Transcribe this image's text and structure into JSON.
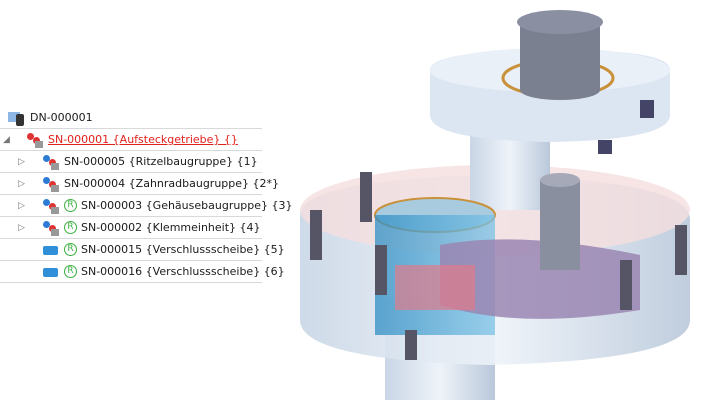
{
  "tree": {
    "root": {
      "label": "DN-000001",
      "icon": "document-folder-icon"
    },
    "items": [
      {
        "label": "SN-000001 {Aufsteckgetriebe} {}",
        "level": 1,
        "expanded": true,
        "selected": true,
        "icon": "assembly-icon",
        "released": false
      },
      {
        "label": "SN-000005 {Ritzelbaugruppe} {1}",
        "level": 2,
        "expanded": false,
        "icon": "assembly-icon",
        "released": false
      },
      {
        "label": "SN-000004 {Zahnradbaugruppe} {2*}",
        "level": 2,
        "expanded": false,
        "icon": "assembly-icon",
        "released": false
      },
      {
        "label": "SN-000003 {Gehäusebaugruppe} {3}",
        "level": 2,
        "expanded": false,
        "icon": "assembly-icon",
        "released": true
      },
      {
        "label": "SN-000002 {Klemmeinheit} {4}",
        "level": 2,
        "expanded": false,
        "icon": "assembly-icon",
        "released": true
      },
      {
        "label": "SN-000015 {Verschlussscheibe} {5}",
        "level": 2,
        "icon": "part-icon",
        "released": true
      },
      {
        "label": "SN-000016 {Verschlussscheibe} {6}",
        "level": 2,
        "icon": "part-icon",
        "released": true
      }
    ],
    "released_mark": "R"
  },
  "colors": {
    "selected": "#e0201b",
    "released": "#3cb043"
  }
}
